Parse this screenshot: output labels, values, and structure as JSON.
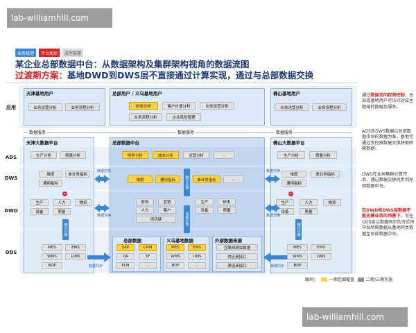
{
  "watermark": "lab-williamhill.com",
  "tabs": [
    "业务梳理",
    "平台规划",
    "选型部署"
  ],
  "title_line1": "某企业总部数据中台：从数据架构及集群架构视角的数据流图",
  "title_line2_prefix": "过渡期方案：",
  "title_line2_rest": "基地DWD到DWS层不直接通过计算实现，通过与总部数据交换",
  "rows": {
    "app": "应用",
    "ads": "ADS",
    "dws": "DWS",
    "dwd": "DWD",
    "ods": "ODS"
  },
  "app_layer": {
    "tianjin_title": "天津基地用户",
    "tianjin_items": [
      "业务运营分析",
      "业务流程分析"
    ],
    "hq_title": "总部用户 / 义乌基地用户",
    "hq_items": [
      "财务分析",
      "客户价值分析",
      "业务运营分析",
      "业务流程分析",
      "企业风险管理"
    ],
    "foshan_title": "佛山基地用户",
    "foshan_items": [
      "业务运营分析",
      "业务流程分析"
    ],
    "data_service": "数据服务"
  },
  "tianjin": {
    "title": "天津大数据平台",
    "ads": [
      "生产分析",
      "质量分析"
    ],
    "dws": [
      "维度",
      "单业务指标",
      "通用指标"
    ],
    "dwd": [
      "生产",
      "人力",
      "物资",
      "设备",
      "质量"
    ],
    "ods": [
      "MES",
      "EMS",
      "WMS",
      "LIMS",
      "BDP"
    ],
    "sync": "数据同步"
  },
  "hq": {
    "title": "总部数据中台",
    "ads": [
      "财务分析",
      "成本分析",
      "运营分析",
      "..."
    ],
    "dws": [
      "维度",
      "通用指标",
      "单业务指标",
      "..."
    ],
    "dwd_left": [
      "财务",
      "营销",
      "人力",
      "客户",
      "供应链"
    ],
    "dwd_right": [
      "生产",
      "研发",
      "设备",
      "质量"
    ],
    "calc": "融合计算",
    "calc2": "周期计算",
    "exchange": "数据交换",
    "ods_hq_title": "总部数据",
    "ods_hq": [
      "SAP",
      "CRM",
      "OA",
      "SF",
      "PLM",
      "..."
    ],
    "ods_yiwu_title": "义乌基地数据",
    "ods_yiwu": [
      "MES",
      "EMS",
      "WMS",
      "LIMS",
      "BDP",
      "..."
    ],
    "ods_ext_title": "外部数据来源",
    "ods_ext": [
      "互联网爬虫数据",
      "供应商接口",
      "渠道商接口"
    ],
    "sync": "数据同步"
  },
  "foshan": {
    "title": "佛山大数据平台",
    "ads": [
      "生产分析",
      "质量分析"
    ],
    "dws": [
      "维度",
      "单业务指标",
      "通用指标"
    ],
    "dwd": [
      "生产",
      "人力",
      "物资",
      "设备",
      "质量"
    ],
    "ods": [
      "MES",
      "EMS",
      "WMS",
      "LIMS",
      "BDP"
    ],
    "sync": "数据同步"
  },
  "side_notes": {
    "p1_a": "通过",
    "p1_red": "数据访问权限控制",
    "p1_b": "，总部或基地用户可访问对应主题域的数据及服务。",
    "p2": "ADS及DWS数据以总部数据中台的数据为准，基地可通过受控推数据交换获取所需数据。",
    "p3": "DWD在本地集群计算完后，通过数据交换同步到总部数据中台。",
    "p4_red": "在DWD和DWS层数据不能支撑业务的场景下",
    "p4_b": "，可在ODS层以数据同步的方式将中台所需数据从基地同步数据至总部数据中台。"
  },
  "legend": {
    "label": "图例：",
    "item1": "一期范围覆盖",
    "item2": "二期/三期实施"
  },
  "colors": {
    "accent_blue": "#1f3a7a",
    "red": "#e02020",
    "yellow": "#ffd23f",
    "panel_blue": "#dbe9f8",
    "arrow_blue": "#3a86d8"
  }
}
